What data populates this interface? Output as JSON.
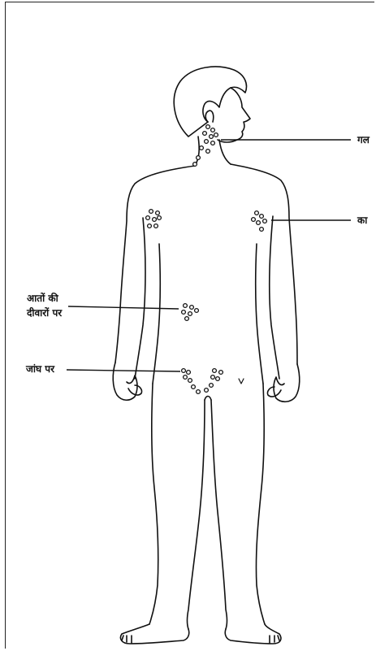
{
  "labels": {
    "neck": "गल",
    "armpit": "का",
    "intestine_line1": "आतों की",
    "intestine_line2": "दीवारों पर",
    "thigh": "जांघ पर"
  },
  "colors": {
    "ink": "#111111",
    "background": "#ffffff"
  }
}
